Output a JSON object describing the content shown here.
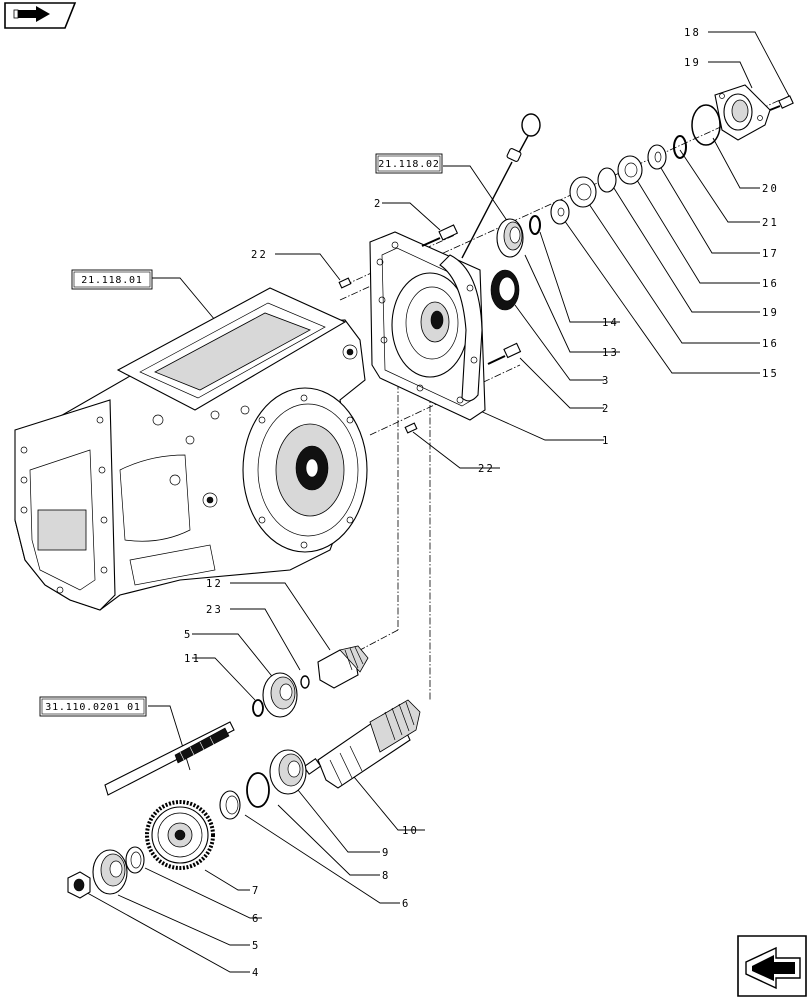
{
  "nav": {
    "top_icon": "back-arrow-icon",
    "bottom_icon": "forward-arrow-icon"
  },
  "references": {
    "ref1": "21.118.02",
    "ref2": "21.118.01",
    "ref3": "31.110.0201 01"
  },
  "callouts": {
    "c18": "18",
    "c19a": "19",
    "c20": "20",
    "c21": "21",
    "c17": "17",
    "c16a": "16",
    "c19b": "19",
    "c16b": "16",
    "c15": "15",
    "c14": "14",
    "c13": "13",
    "c3": "3",
    "c2a": "2",
    "c2b": "2",
    "c1": "1",
    "c22a": "22",
    "c22b": "22",
    "c12": "12",
    "c23": "23",
    "c5a": "5",
    "c11": "11",
    "c10": "10",
    "c9": "9",
    "c8": "8",
    "c6a": "6",
    "c7": "7",
    "c6b": "6",
    "c5b": "5",
    "c4": "4"
  }
}
